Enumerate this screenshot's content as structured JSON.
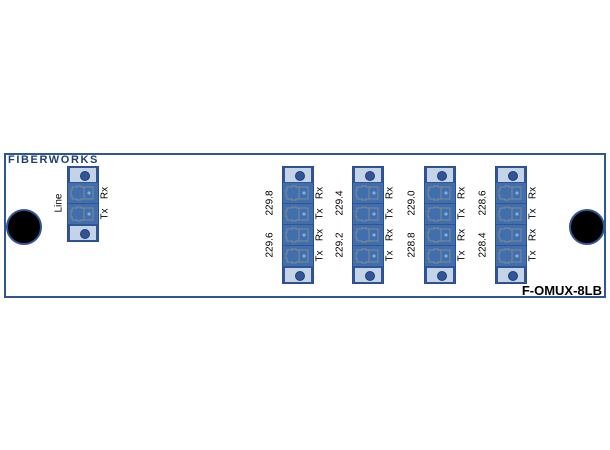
{
  "brand": "FIBERWORKS",
  "model": "F-OMUX-8LB",
  "line": {
    "label": "Line",
    "ports": [
      "Rx",
      "Tx"
    ]
  },
  "modules": [
    {
      "freqs": [
        "229.8",
        "229.6"
      ],
      "ports": [
        "Rx",
        "Tx",
        "Rx",
        "Tx"
      ]
    },
    {
      "freqs": [
        "229.4",
        "229.2"
      ],
      "ports": [
        "Rx",
        "Tx",
        "Rx",
        "Tx"
      ]
    },
    {
      "freqs": [
        "229.0",
        "228.8"
      ],
      "ports": [
        "Rx",
        "Tx",
        "Rx",
        "Tx"
      ]
    },
    {
      "freqs": [
        "228.6",
        "228.4"
      ],
      "ports": [
        "Rx",
        "Tx",
        "Rx",
        "Tx"
      ]
    }
  ],
  "colors": {
    "border": "#2f5597",
    "port": "#3f6fae",
    "cap": "#c5d3e6"
  }
}
